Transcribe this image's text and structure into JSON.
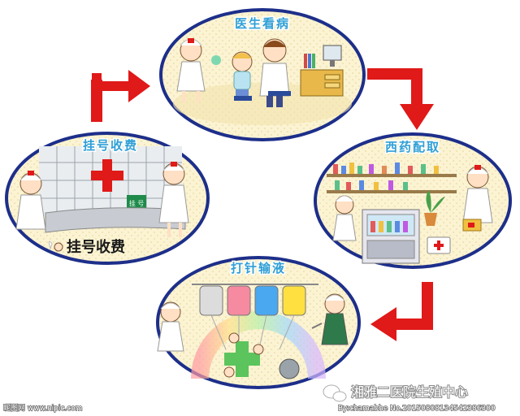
{
  "stages": [
    {
      "title": "医生看病"
    },
    {
      "title": "西药配取"
    },
    {
      "title": "打针输液"
    },
    {
      "title": "挂号收费"
    }
  ],
  "registration_sign": "挂号收费",
  "counter_plate": "挂 号",
  "watermark": {
    "text": "湘雅二医院生殖中心",
    "icon": "wechat-icon"
  },
  "credits": {
    "site": "昵图网 www.nipic.com",
    "id": "By:chamabhe  No.20150808134542386300"
  },
  "colors": {
    "ellipse_border": "#1d2f8a",
    "ellipse_fill": "#fbf3d2",
    "arrow": "#e01919",
    "title": "#2f9fd6"
  }
}
